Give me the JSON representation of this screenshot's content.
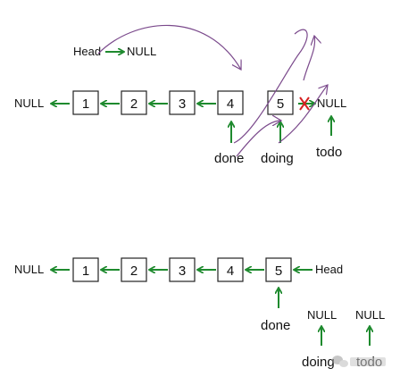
{
  "top": {
    "head_label": "Head",
    "head_null": "NULL",
    "left_null": "NULL",
    "right_null": "NULL",
    "nodes": [
      "1",
      "2",
      "3",
      "4",
      "5"
    ],
    "pointer_done": "done",
    "pointer_doing": "doing",
    "pointer_todo": "todo"
  },
  "bottom": {
    "left_null": "NULL",
    "nodes": [
      "1",
      "2",
      "3",
      "4",
      "5"
    ],
    "head_label": "Head",
    "pointer_done": "done",
    "doing_null": "NULL",
    "todo_null": "NULL",
    "pointer_doing": "doing",
    "pointer_todo": "todo"
  },
  "colors": {
    "arrow_green": "#1e8a2e",
    "curve_purple": "#7b4a8c",
    "cross_red": "#d62020"
  },
  "watermark_icon": "wechat-logo-icon"
}
